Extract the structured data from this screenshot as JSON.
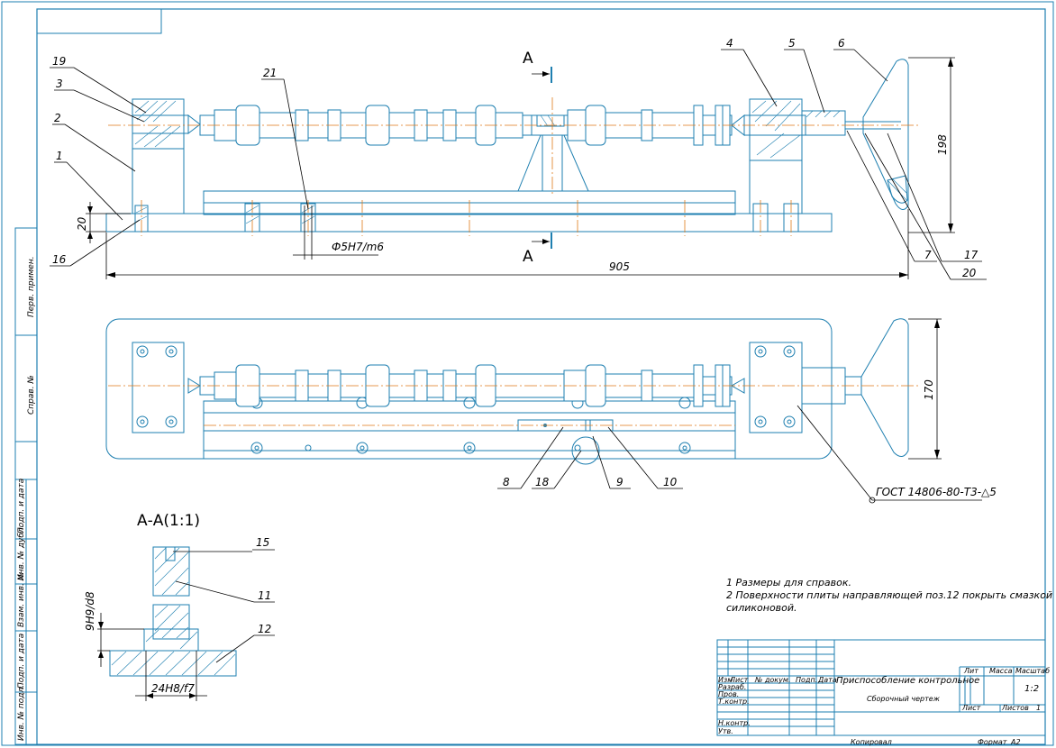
{
  "colors": {
    "outline": "#1e7fb0",
    "dimension": "#000000",
    "axis": "#e07a1a",
    "paper": "#ffffff"
  },
  "labels": {
    "p1": "1",
    "p2": "2",
    "p3": "3",
    "p4": "4",
    "p5": "5",
    "p6": "6",
    "p7": "7",
    "p8": "8",
    "p9": "9",
    "p10": "10",
    "p11": "11",
    "p12": "12",
    "p15": "15",
    "p16": "16",
    "p17": "17",
    "p18": "18",
    "p19": "19",
    "p20": "20",
    "p21": "21"
  },
  "section_marks": {
    "top": "A",
    "bottom": "A"
  },
  "dimensions": {
    "length": "905",
    "height_right": "198",
    "base_height": "20",
    "fit_pin": "Ф5H7/m6",
    "width_plan": "170",
    "fit_v": "9H9/d8",
    "fit_h": "24H8/f7"
  },
  "gost": "ГОСТ 14806-80-Т3-△5",
  "section_title": "А-А(1:1)",
  "notes": [
    "1  Размеры для справок.",
    "2  Поверхности  плиты  направляющей  поз.12  покрыть  смазкой",
    "силиконовой."
  ],
  "side_stamps": {
    "perv_primen": "Перв. примен.",
    "sprav": "Справ. №",
    "podp_data1": "Подп. и дата",
    "inv_dubl": "Инв. № дубл.",
    "vzam_inv": "Взам. инв. №",
    "podp_data2": "Подп. и дата",
    "inv_podl": "Инв. № подл."
  },
  "title_block": {
    "izm": "Изм",
    "list": "Лист",
    "ndokum": "№ докум.",
    "podp": "Подп.",
    "data": "Дата",
    "razrab": "Разраб.",
    "prov": "Пров.",
    "tkontr": "Т.контр.",
    "nkontr": "Н.контр.",
    "utv": "Утв.",
    "name": "Приспособление контрольное",
    "doc": "Сборочный чертеж",
    "lit": "Лит",
    "massa": "Масса",
    "masshtab": "Масштаб",
    "scale": "1:2",
    "list_label": "Лист",
    "listov_label": "Листов",
    "listov": "1",
    "kopiroval": "Копировал",
    "format_label": "Формат",
    "format": "A2"
  }
}
